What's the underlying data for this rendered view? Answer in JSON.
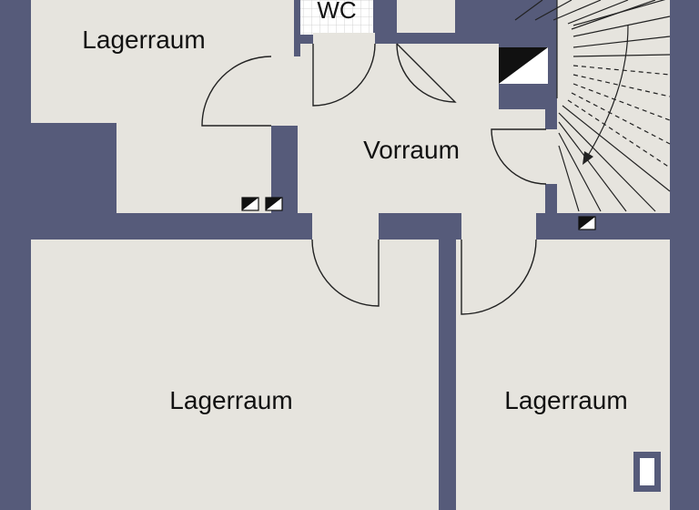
{
  "rooms": {
    "storage_top_left": "Lagerraum",
    "wc": "WC",
    "vestibule": "Vorraum",
    "storage_bottom_left": "Lagerraum",
    "storage_bottom_right": "Lagerraum"
  },
  "colors": {
    "wall": "#565b7a",
    "floor": "#e6e4de",
    "line": "#222222"
  },
  "symbols": [
    "chimney-icon",
    "socket-icon",
    "window-icon",
    "staircase-icon"
  ]
}
